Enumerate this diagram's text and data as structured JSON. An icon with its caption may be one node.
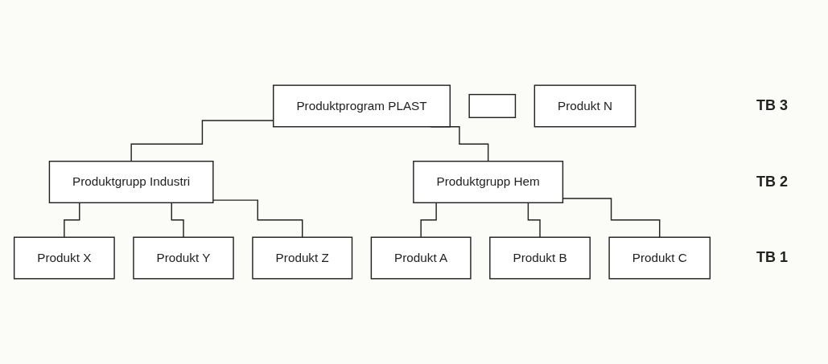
{
  "diagram": {
    "nodes": [
      {
        "text": [
          "Produktprogram PLAST"
        ]
      },
      {
        "text": [
          "Produktgrupp Industri"
        ]
      },
      {
        "text": [
          "Produktgrupp Hem"
        ]
      },
      {
        "text": [],
        "shape": "box"
      },
      {
        "text": [
          "Produkt N"
        ]
      },
      {
        "text": [
          "Produkt X"
        ]
      },
      {
        "text": [
          "Produkt Y"
        ]
      },
      {
        "text": [
          "Produkt Z"
        ]
      },
      {
        "text": [
          "Produkt A"
        ]
      },
      {
        "text": [
          "Produkt B"
        ]
      },
      {
        "text": [
          "Produkt C"
        ]
      }
    ],
    "edges": [
      {
        "from": 0,
        "to": 1,
        "arrow": "none"
      },
      {
        "from": 0,
        "to": 2,
        "arrow": "none"
      },
      {
        "from": 1,
        "to": 5,
        "arrow": "none"
      },
      {
        "from": 1,
        "to": 6,
        "arrow": "none"
      },
      {
        "from": 1,
        "to": 7,
        "arrow": "none"
      },
      {
        "from": 2,
        "to": 8,
        "arrow": "none"
      },
      {
        "from": 2,
        "to": 9,
        "arrow": "none"
      },
      {
        "from": 2,
        "to": 10,
        "arrow": "none"
      }
    ],
    "labels": [
      "TB 3",
      "TB 2",
      "TB 1"
    ]
  }
}
